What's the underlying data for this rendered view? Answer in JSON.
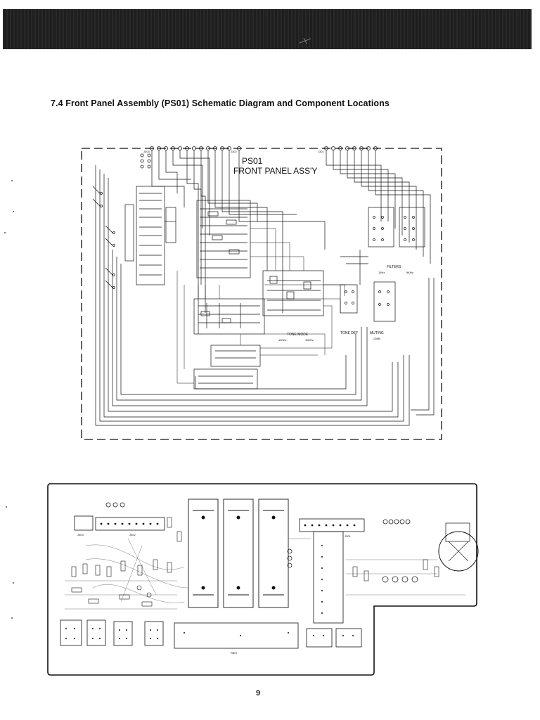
{
  "header": {
    "bar_color": "#1e1e1e"
  },
  "document": {
    "section_title": "7.4 Front Panel Assembly (PS01) Schematic Diagram and Component Locations",
    "page_number": "9"
  },
  "schematic": {
    "title_line1": "PS01",
    "title_line2": "FRONT PANEL ASS'Y",
    "connector_labels": [
      "J303",
      "J302",
      "J301"
    ],
    "labels": {
      "filters": "FILTERS",
      "filter_15hz": "15Hz",
      "filter_9khz": "9KHz",
      "tone_mode": "TONE MODE",
      "tone_100hz": "100Hz",
      "tone_10khz": "10KHz",
      "tone_def": "TONE DEF",
      "muting": "MUTING",
      "muting_db": "-20dB"
    }
  },
  "pcb": {
    "labels": {
      "j303": "J303",
      "j302": "J302",
      "j301": "J301",
      "r807": "R807"
    }
  }
}
